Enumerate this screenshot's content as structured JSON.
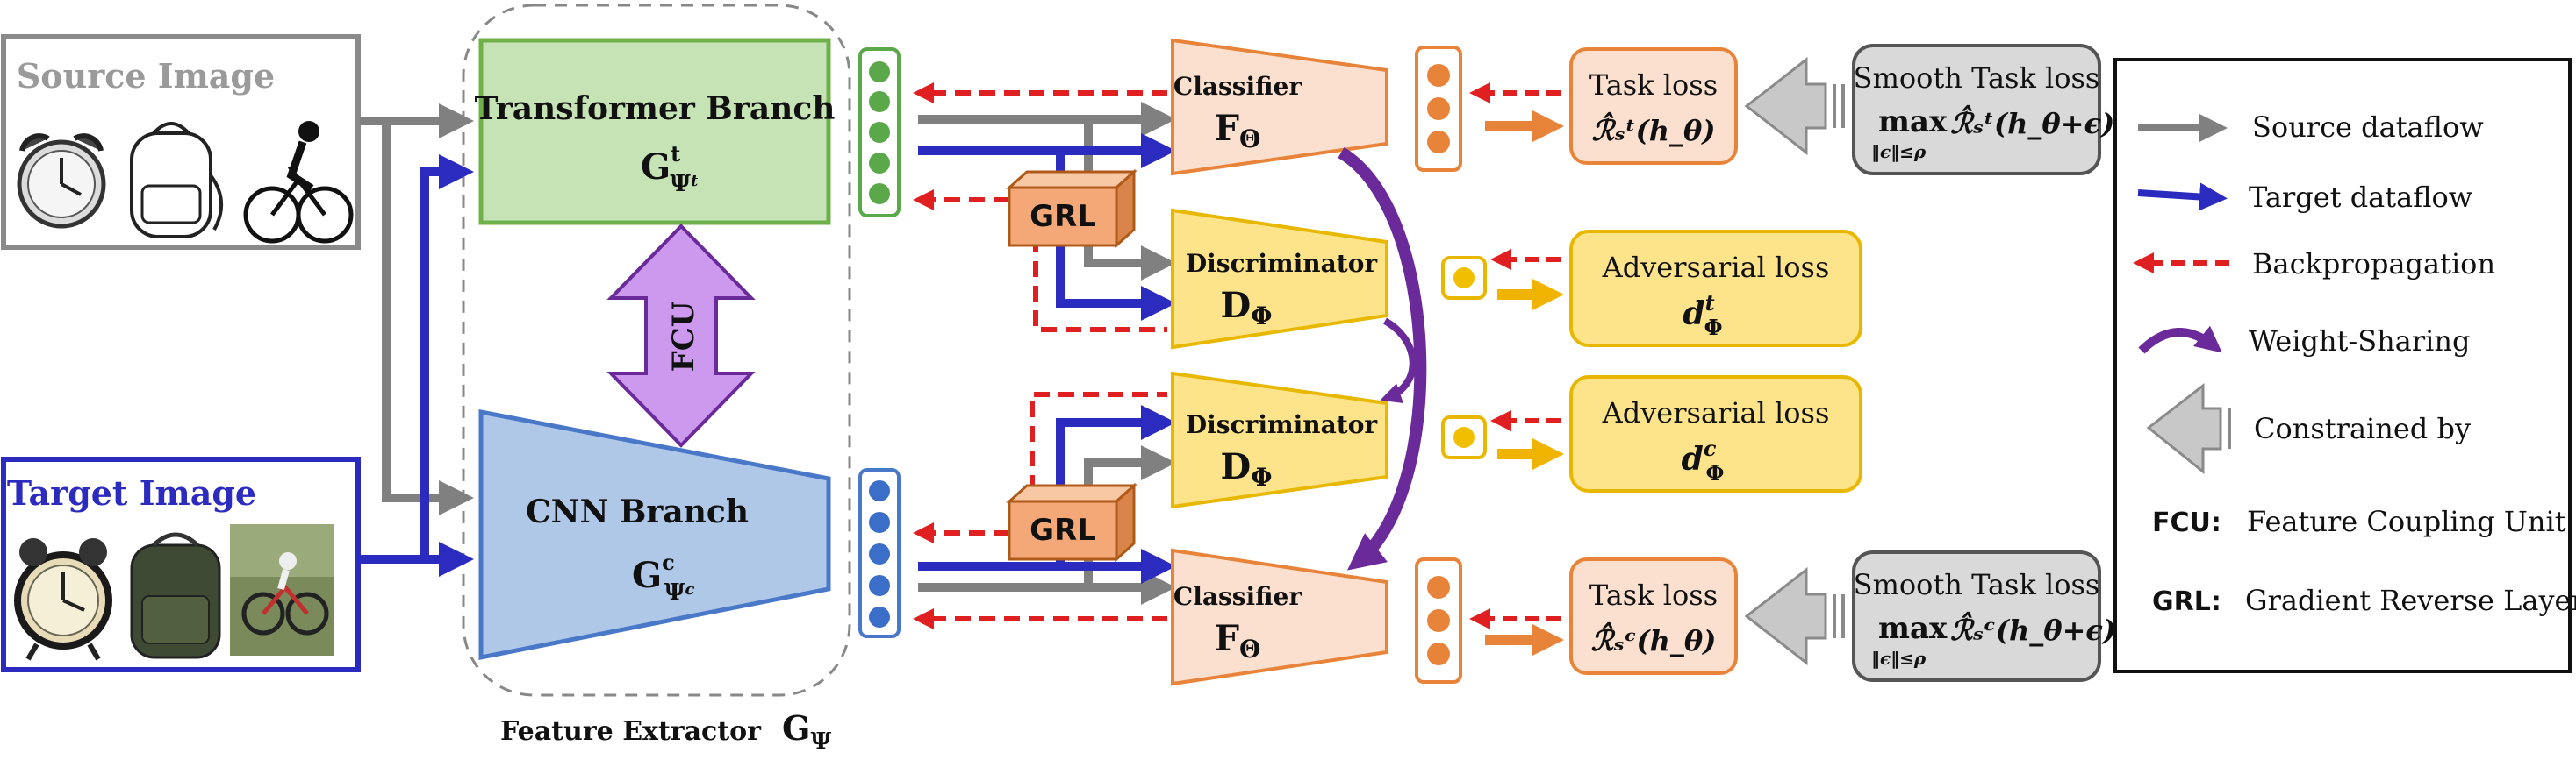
{
  "colors": {
    "source": "#808080",
    "target": "#2b2bbf",
    "backprop": "#e02020",
    "weight_sharing": "#6a2a9a",
    "transformer_fill": "#c6e3b5",
    "transformer_stroke": "#6fb04a",
    "cnn_fill": "#b0c8e8",
    "cnn_stroke": "#4a78c8",
    "classifier_fill": "#fbe0cf",
    "classifier_stroke": "#e8833a",
    "discriminator_fill": "#fde48a",
    "discriminator_stroke": "#e8b800",
    "grl_fill": "#f4a878",
    "fcu_fill": "#cc99ee",
    "loss_gray_fill": "#d9d9d9"
  },
  "inputs": {
    "source_title": "Source Image",
    "target_title": "Target Image",
    "source_icons": [
      "alarm-clock-icon",
      "backpack-icon",
      "cyclist-icon"
    ],
    "target_icons": [
      "alarm-clock-icon",
      "backpack-icon",
      "mountain-bike-icon"
    ]
  },
  "extractor": {
    "transformer_label": "Transformer Branch",
    "transformer_symbol": "G",
    "transformer_sup": "t",
    "transformer_sub": "Ψ",
    "transformer_subsup": "t",
    "cnn_label": "CNN Branch",
    "cnn_symbol": "G",
    "cnn_sup": "c",
    "cnn_sub": "Ψ",
    "cnn_subsup": "c",
    "fcu_label": "FCU",
    "caption": "Feature Extractor",
    "caption_symbol": "G",
    "caption_sub": "Ψ"
  },
  "heads": {
    "classifier_label": "Classifier",
    "classifier_symbol": "F",
    "classifier_sub": "Θ",
    "discriminator_label": "Discriminator",
    "discriminator_symbol": "D",
    "discriminator_sub": "Φ",
    "grl_label": "GRL"
  },
  "losses": {
    "task_loss_label": "Task loss",
    "task_top_formula": "ℛ̂ₛᵗ(h_θ)",
    "task_bottom_formula": "ℛ̂ₛᶜ(h_θ)",
    "smooth_label": "Smooth Task loss",
    "smooth_max": "max",
    "smooth_constraint": "‖ϵ‖≤ρ",
    "smooth_top_formula": "ℛ̂ₛᵗ(h_θ+ϵ)",
    "smooth_bottom_formula": "ℛ̂ₛᶜ(h_θ+ϵ)",
    "adv_label": "Adversarial loss",
    "adv_symbol": "d",
    "adv_sub": "Φ",
    "adv_top_sup": "t",
    "adv_bottom_sup": "c"
  },
  "legend": {
    "source_dataflow": "Source dataflow",
    "target_dataflow": "Target dataflow",
    "backpropagation": "Backpropagation",
    "weight_sharing": "Weight-Sharing",
    "constrained_by": "Constrained by",
    "fcu_key": "FCU:",
    "fcu_desc": "Feature Coupling Unit",
    "grl_key": "GRL:",
    "grl_desc": "Gradient Reverse Layer"
  }
}
